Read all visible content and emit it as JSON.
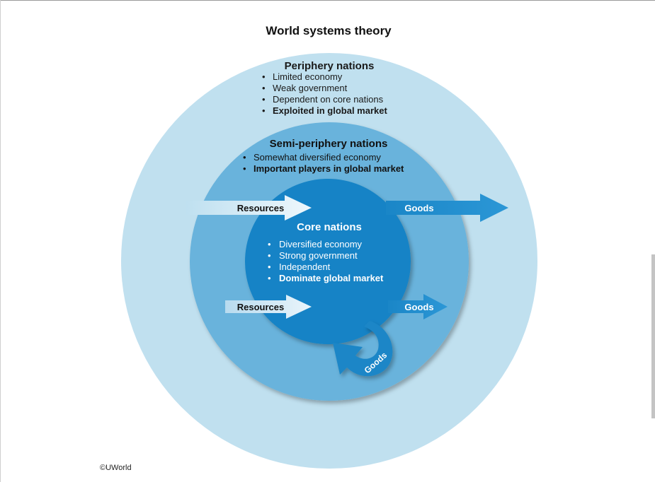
{
  "title": "World systems theory",
  "periphery": {
    "heading": "Periphery nations",
    "bullets": [
      "Limited economy",
      "Weak government",
      "Dependent on core nations",
      "Exploited in global market"
    ]
  },
  "semi_periphery": {
    "heading": "Semi-periphery nations",
    "bullets": [
      "Somewhat diversified economy",
      "Important players in global market"
    ]
  },
  "core": {
    "heading": "Core nations",
    "bullets": [
      "Diversified economy",
      "Strong government",
      "Independent",
      "Dominate global market"
    ]
  },
  "flows": {
    "resources_outer": "Resources",
    "goods_outer": "Goods",
    "resources_inner": "Resources",
    "goods_inner": "Goods",
    "goods_loop": "Goods"
  },
  "bullet_char": "•",
  "credit": "©UWorld",
  "colors": {
    "periphery": "#c0e0ef",
    "semi_periphery": "#69b3dc",
    "core": "#1283c6",
    "arrow_dark": "#1a86c7",
    "arrow_light": "#d8ecf6"
  }
}
